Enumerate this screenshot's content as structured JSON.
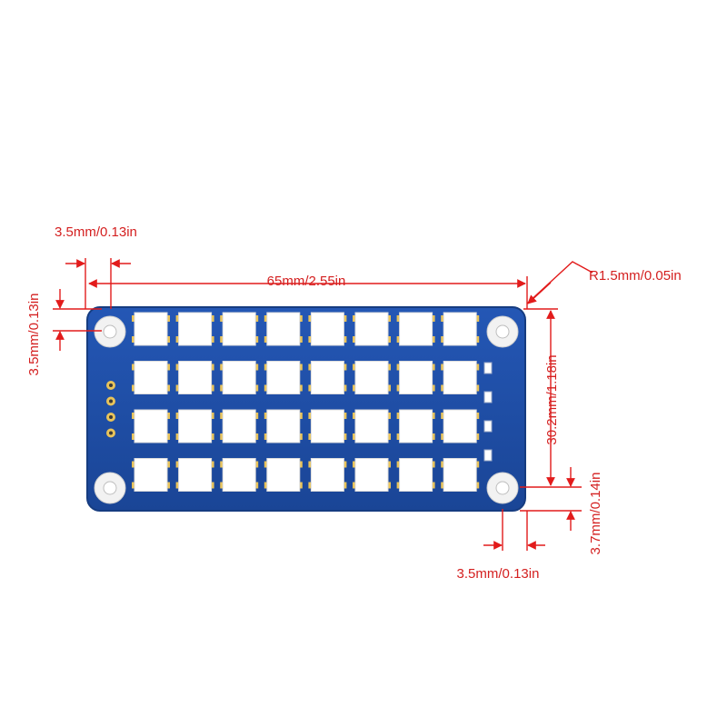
{
  "colors": {
    "dimension": "#e21b1b",
    "text": "#d42020",
    "pcb": "#1f4fa8",
    "pcb_dark": "#173f8c",
    "led_body": "#ffffff",
    "led_pad": "#e8c35a",
    "hole_ring": "#f2f2f2",
    "background": "#ffffff"
  },
  "board": {
    "led_rows": 4,
    "led_cols": 8,
    "header_pins": 4,
    "smd_components": 4,
    "mounting_holes": 4
  },
  "dimensions": {
    "top_hole_offset": "3.5mm/0.13in",
    "overall_width": "65mm/2.55in",
    "corner_radius": "R1.5mm/0.05in",
    "left_hole_offset": "3.5mm/0.13in",
    "hole_spacing_vertical": "30.2mm/1.18in",
    "bottom_hole_offset": "3.7mm/0.14in",
    "right_hole_offset": "3.5mm/0.13in"
  }
}
